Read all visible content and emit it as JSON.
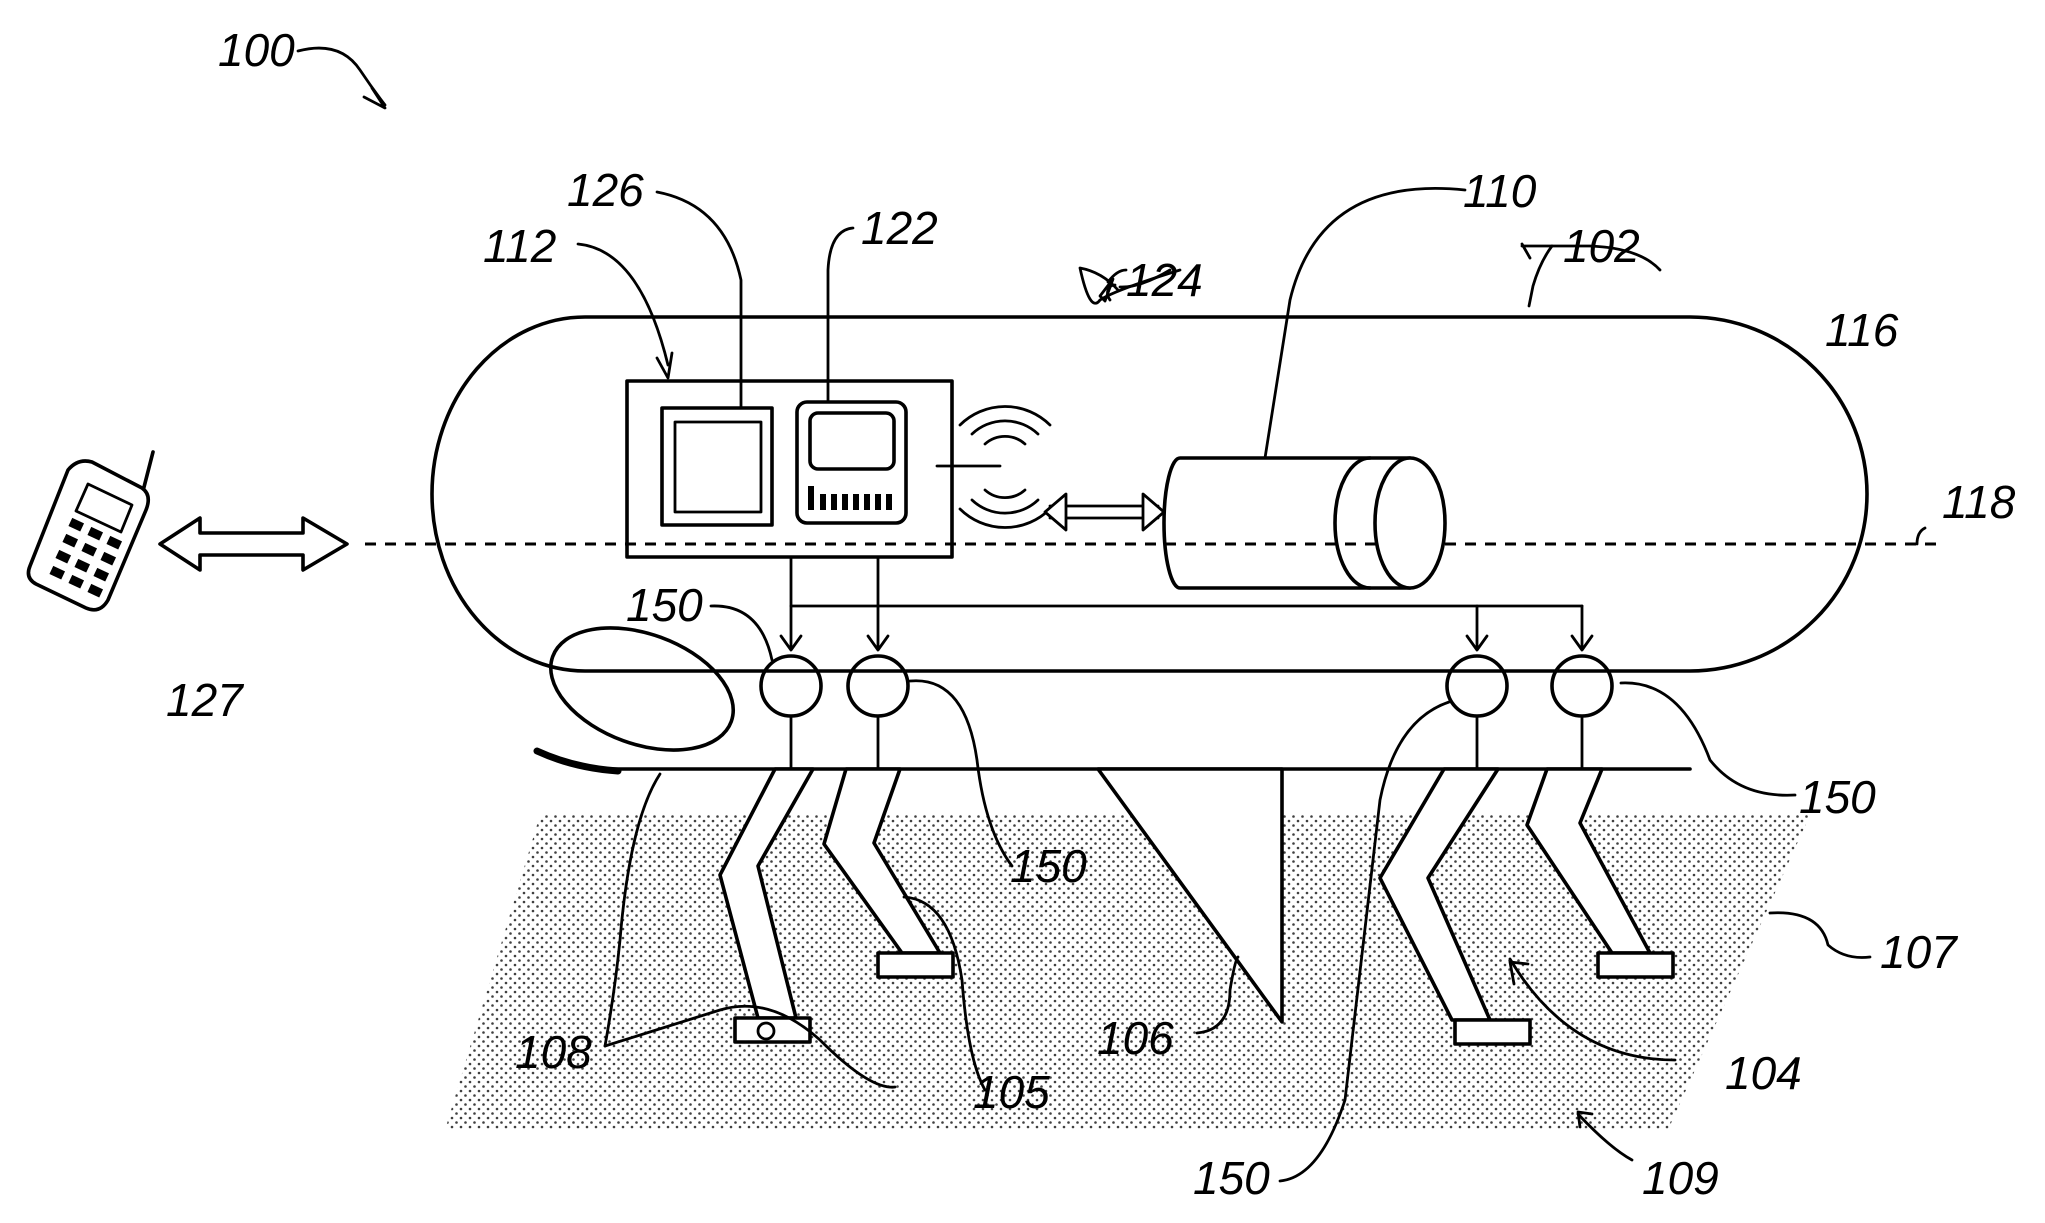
{
  "figure": {
    "labels": {
      "system": "100",
      "robot": "102",
      "legs": "104",
      "feet": "105",
      "tail": "106",
      "terrain": "107",
      "sensor": "108",
      "ground": "109",
      "payload": "110",
      "control_unit": "112",
      "body": "116",
      "axis": "118",
      "memory": "122",
      "comm_antenna": "124",
      "processor": "126",
      "remote_device": "127",
      "actuator": "150"
    }
  }
}
